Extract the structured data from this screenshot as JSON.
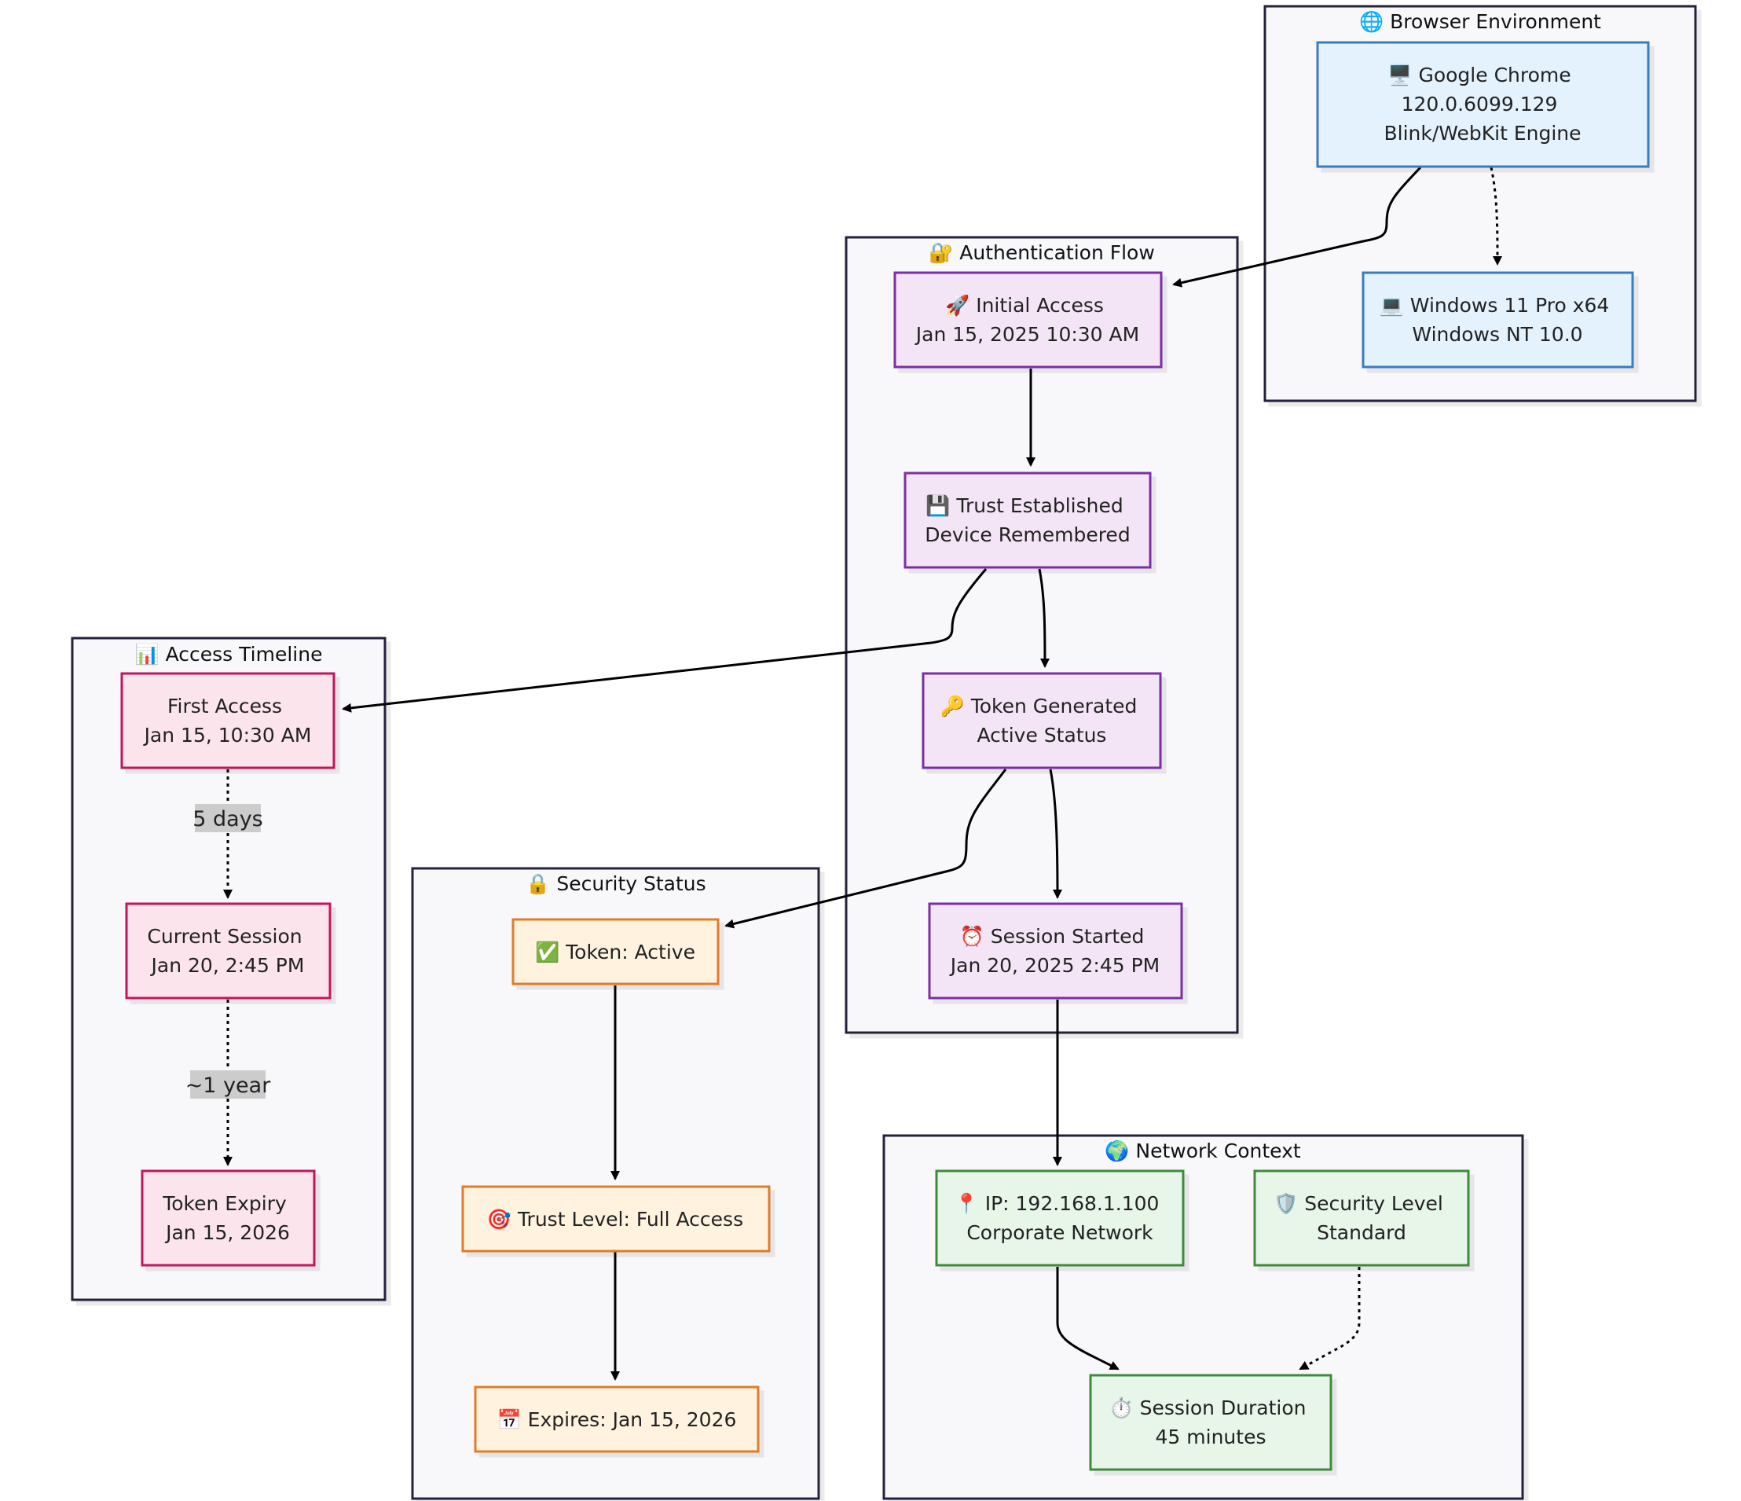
{
  "colors": {
    "cluster_fill": "#f8f8fb",
    "cluster_stroke": "#22223a",
    "browser_fill": "#e3f2fd",
    "browser_stroke": "#3a7bbf",
    "auth_fill": "#f3e5f5",
    "auth_stroke": "#7b2fa6",
    "timeline_fill": "#fce4ec",
    "timeline_stroke": "#c2185b",
    "security_fill": "#fff3e0",
    "security_stroke": "#e07b2a",
    "network_fill": "#e8f5e9",
    "network_stroke": "#3f8a3c",
    "edge": "#000000",
    "edge_label_bg": "#cccccc"
  },
  "clusters": {
    "browser": {
      "title": "🌐 Browser Environment"
    },
    "auth": {
      "title": "🔐 Authentication Flow"
    },
    "timeline": {
      "title": "📊 Access Timeline"
    },
    "security": {
      "title": "🔒 Security Status"
    },
    "network": {
      "title": "🌍 Network Context"
    }
  },
  "nodes": {
    "chrome": {
      "lines": [
        "🖥️ Google Chrome",
        "120.0.6099.129",
        "Blink/WebKit Engine"
      ]
    },
    "windows": {
      "lines": [
        "💻 Windows 11 Pro x64",
        "Windows NT 10.0"
      ]
    },
    "initial_access": {
      "lines": [
        "🚀 Initial Access",
        "Jan 15, 2025 10:30 AM"
      ]
    },
    "trust_established": {
      "lines": [
        "💾 Trust Established",
        "Device Remembered"
      ]
    },
    "token_generated": {
      "lines": [
        "🔑 Token Generated",
        "Active Status"
      ]
    },
    "session_started": {
      "lines": [
        "⏰ Session Started",
        "Jan 20, 2025 2:45 PM"
      ]
    },
    "first_access": {
      "lines": [
        "First Access",
        "Jan 15, 10:30 AM"
      ]
    },
    "current_session": {
      "lines": [
        "Current Session",
        "Jan 20, 2:45 PM"
      ]
    },
    "token_expiry": {
      "lines": [
        "Token Expiry",
        "Jan 15, 2026"
      ]
    },
    "token_active": {
      "lines": [
        "✅ Token: Active"
      ]
    },
    "trust_level": {
      "lines": [
        "🎯 Trust Level: Full Access"
      ]
    },
    "expires": {
      "lines": [
        "📅 Expires: Jan 15, 2026"
      ]
    },
    "ip": {
      "lines": [
        "📍 IP: 192.168.1.100",
        "Corporate Network"
      ]
    },
    "security_level": {
      "lines": [
        "🛡️ Security Level",
        "Standard"
      ]
    },
    "session_duration": {
      "lines": [
        "⏱️ Session Duration",
        "45 minutes"
      ]
    }
  },
  "edge_labels": {
    "five_days": "5 days",
    "one_year": "~1 year"
  }
}
